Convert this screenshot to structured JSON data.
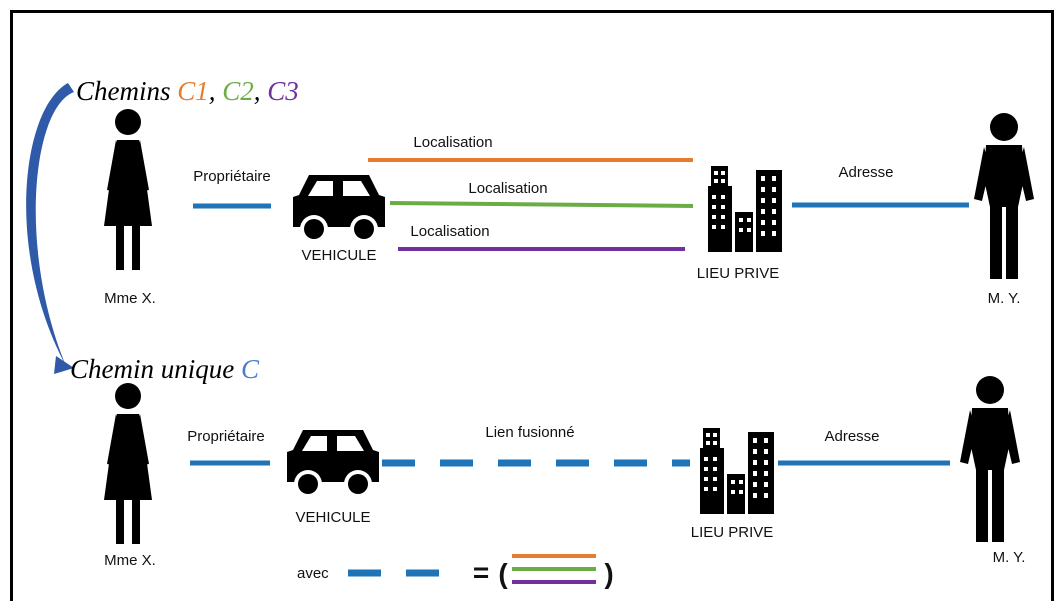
{
  "colors": {
    "c1": "#e87c2e",
    "c2": "#6aad45",
    "c3": "#7030a0",
    "link": "#1f73b7",
    "arrow": "#2e5aa8",
    "ink": "#000000"
  },
  "top": {
    "title": {
      "prefix": "Chemins ",
      "c1": "C1",
      "sep1": ", ",
      "c2": "C2",
      "sep2": ", ",
      "c3": "C3"
    },
    "person_left": "Mme X.",
    "owner_label": "Propriétaire",
    "vehicle": "VEHICULE",
    "loc1": "Localisation",
    "loc2": "Localisation",
    "loc3": "Localisation",
    "place": "LIEU PRIVE",
    "address_label": "Adresse",
    "person_right": "M. Y."
  },
  "bottom": {
    "title": {
      "prefix": "Chemin unique ",
      "c": "C"
    },
    "person_left": "Mme X.",
    "owner_label": "Propriétaire",
    "vehicle": "VEHICULE",
    "merged_label": "Lien fusionné",
    "place": "LIEU PRIVE",
    "address_label": "Adresse",
    "person_right": "M. Y."
  },
  "legend": {
    "avec": "avec",
    "equals": "=",
    "open": "(",
    "close": ")"
  }
}
